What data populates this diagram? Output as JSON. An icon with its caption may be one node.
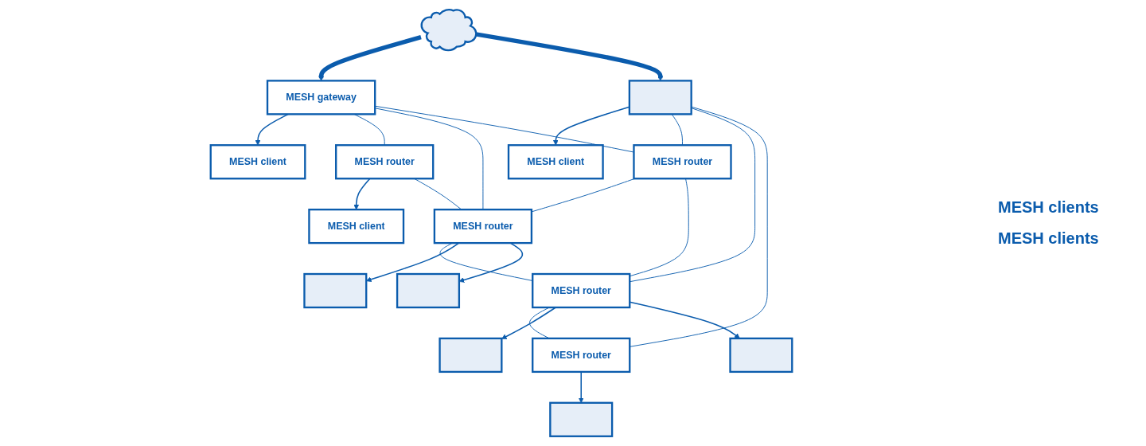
{
  "diagram": {
    "nodes": [
      {
        "text": [],
        "shape": "cloud"
      },
      {
        "text": [
          "MESH gateway"
        ]
      },
      {
        "text": [],
        "shape": "box"
      },
      {
        "text": [
          "MESH client"
        ]
      },
      {
        "text": [
          "MESH client"
        ]
      },
      {
        "text": [
          "MESH router"
        ]
      },
      {
        "text": [
          "MESH router"
        ]
      },
      {
        "text": [
          "MESH router"
        ]
      },
      {
        "text": [
          "MESH router"
        ]
      },
      {
        "text": [
          "MESH router"
        ]
      },
      {
        "text": [
          "MESH client"
        ]
      },
      {
        "text": [],
        "shape": "box"
      },
      {
        "text": [],
        "shape": "box"
      },
      {
        "text": [],
        "shape": "box"
      },
      {
        "text": [],
        "shape": "box"
      },
      {
        "text": [],
        "shape": "box"
      }
    ],
    "edges": [
      {
        "from": 0,
        "to": 1,
        "arrow": "to",
        "style": "thick"
      },
      {
        "from": 0,
        "to": 2,
        "arrow": "to",
        "style": "thick"
      },
      {
        "from": 1,
        "to": 3,
        "arrow": "to"
      },
      {
        "from": 2,
        "to": 4,
        "arrow": "to"
      },
      {
        "from": 1,
        "to": 5,
        "arrow": "none"
      },
      {
        "from": 1,
        "to": 7,
        "arrow": "none"
      },
      {
        "from": 1,
        "to": 6,
        "arrow": "none"
      },
      {
        "from": 2,
        "to": 6,
        "arrow": "none"
      },
      {
        "from": 2,
        "to": 8,
        "arrow": "none"
      },
      {
        "from": 2,
        "to": 9,
        "arrow": "none"
      },
      {
        "from": 5,
        "to": 10,
        "arrow": "to"
      },
      {
        "from": 5,
        "to": 7,
        "arrow": "none"
      },
      {
        "from": 6,
        "to": 7,
        "arrow": "none"
      },
      {
        "from": 6,
        "to": 8,
        "arrow": "none"
      },
      {
        "from": 7,
        "to": 8,
        "arrow": "none"
      },
      {
        "from": 8,
        "to": 9,
        "arrow": "none"
      },
      {
        "from": 7,
        "to": 11,
        "arrow": "to"
      },
      {
        "from": 7,
        "to": 12,
        "arrow": "to"
      },
      {
        "from": 8,
        "to": 13,
        "arrow": "to"
      },
      {
        "from": 8,
        "to": 14,
        "arrow": "to"
      },
      {
        "from": 9,
        "to": 15,
        "arrow": "to"
      }
    ],
    "labels": [
      "MESH clients",
      "MESH clients"
    ]
  }
}
